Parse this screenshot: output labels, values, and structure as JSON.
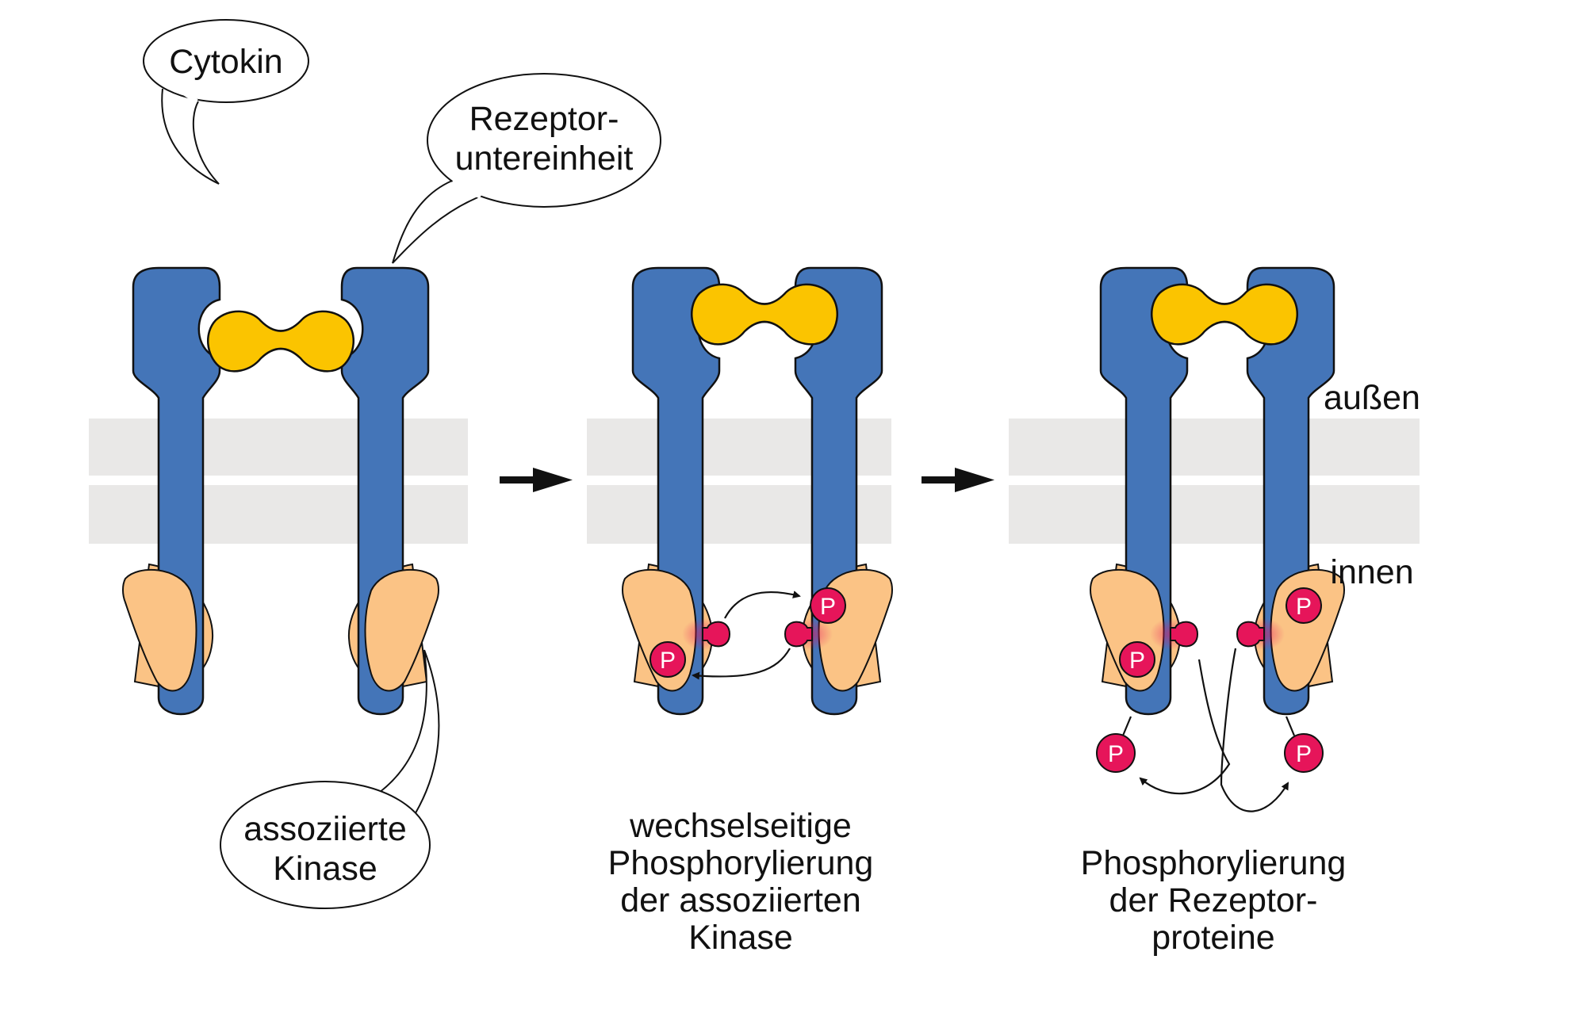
{
  "callouts": {
    "cytokine": "Cytokin",
    "receptor_line1": "Rezeptor-",
    "receptor_line2": "untereinheit",
    "kinase_line1": "assoziierte",
    "kinase_line2": "Kinase"
  },
  "membrane_labels": {
    "outside": "außen",
    "inside": "innen"
  },
  "captions": {
    "step2": [
      "wechselseitige",
      "Phosphorylierung",
      "der assoziierten",
      "Kinase"
    ],
    "step3": [
      "Phosphorylierung",
      "der Rezeptor-",
      "proteine"
    ]
  },
  "phosphate_label": "P",
  "colors": {
    "receptor": "#4475b8",
    "cytokine": "#fbc400",
    "kinase": "#fbc385",
    "phosphate": "#e6155a",
    "membrane": "#e9e8e7"
  }
}
